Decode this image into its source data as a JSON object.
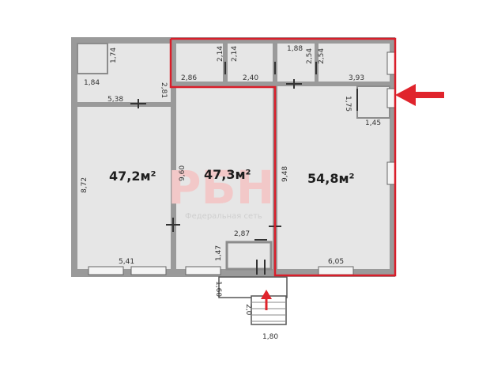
{
  "areas": {
    "left": "47,2м²",
    "middle": "47,3м²",
    "right": "54,8м²"
  },
  "dimensions": {
    "d1_74": "1,74",
    "d1_84": "1,84",
    "d2_81": "2,81",
    "d5_38": "5,38",
    "d2_86": "2,86",
    "d2_14a": "2,14",
    "d2_14b": "2,14",
    "d2_40": "2,40",
    "d1_88": "1,88",
    "d2_54a": "2,54",
    "d2_54b": "2,54",
    "d3_93": "3,93",
    "d1_75": "1,75",
    "d1_45": "1,45",
    "d8_72": "8,72",
    "d9_60": "9,60",
    "d9_48": "9,48",
    "d2_87": "2,87",
    "d1_47": "1,47",
    "d5_41": "5,41",
    "d6_05": "6,05",
    "d1_60": "1,60",
    "d2_0": "2,0",
    "d1_80": "1,80"
  },
  "watermark": {
    "logo": "РБН",
    "caption": "Федеральная сеть"
  },
  "colors": {
    "wall": "#8c8c8c",
    "room": "#e6e6e6",
    "highlight": "#d91e2a",
    "arrow": "#e0242c"
  },
  "icons": {
    "entrance_arrow": "arrow-up-icon",
    "pointer_arrow": "arrow-left-icon"
  }
}
